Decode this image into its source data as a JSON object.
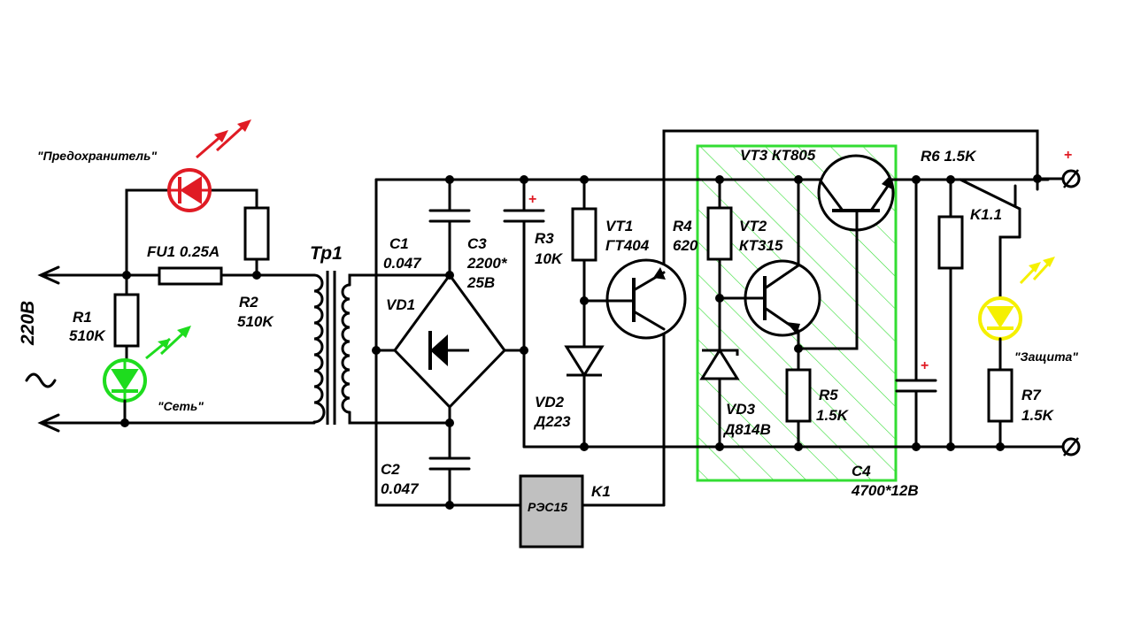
{
  "labels": {
    "fuse_lamp": "\"Предохранитель\"",
    "fu1": "FU1 0.25A",
    "mains": "220В",
    "r1_name": "R1",
    "r1_val": "510K",
    "r2_name": "R2",
    "r2_val": "510K",
    "net_lamp": "\"Сеть\"",
    "tr1": "Тр1",
    "c1_name": "C1",
    "c1_val": "0.047",
    "c3_name": "C3",
    "c3_val1": "2200*",
    "c3_val2": "25В",
    "vd1": "VD1",
    "c2_name": "C2",
    "c2_val": "0.047",
    "r3_name": "R3",
    "r3_val": "10K",
    "vt1_name": "VT1",
    "vt1_type": "ГТ404",
    "vd2_name": "VD2",
    "vd2_type": "Д223",
    "relay_box": "РЭС15",
    "k1": "K1",
    "r4_name": "R4",
    "r4_val": "620",
    "vt2_name": "VT2",
    "vt2_type": "КТ315",
    "vt3": "VT3 КТ805",
    "vd3_name": "VD3",
    "vd3_type": "Д814В",
    "r5_name": "R5",
    "r5_val": "1.5K",
    "c4_name": "C4",
    "c4_val": "4700*12В",
    "r6": "R6 1.5K",
    "k11": "K1.1",
    "protect_lamp": "\"Защита\"",
    "r7_name": "R7",
    "r7_val": "1.5K",
    "plus_sign": "+"
  },
  "colors": {
    "red_led": "#e01b24",
    "green_led": "#1edc1e",
    "yellow_led": "#f5f000",
    "highlight_frame": "#33dd33",
    "relay_fill": "#c0c0c0"
  }
}
